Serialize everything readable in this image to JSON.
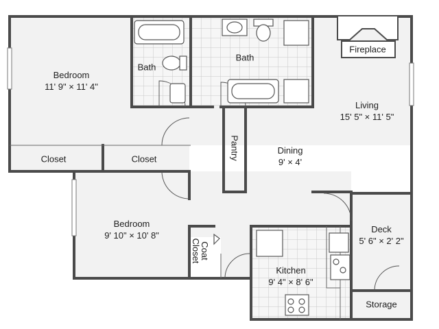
{
  "floorplan": {
    "rooms": {
      "bedroom1": {
        "name": "Bedroom",
        "dims": "11' 9\" × 11' 4\""
      },
      "bath1": {
        "name": "Bath"
      },
      "bath2": {
        "name": "Bath"
      },
      "fireplace": {
        "name": "Fireplace"
      },
      "living": {
        "name": "Living",
        "dims": "15' 5\" × 11' 5\""
      },
      "closet1": {
        "name": "Closet"
      },
      "closet2": {
        "name": "Closet"
      },
      "pantry": {
        "name": "Pantry"
      },
      "dining": {
        "name": "Dining",
        "dims": "9' × 4'"
      },
      "bedroom2": {
        "name": "Bedroom",
        "dims": "9' 10\" × 10' 8\""
      },
      "coat_closet": {
        "name_line1": "Coat",
        "name_line2": "Closet"
      },
      "kitchen": {
        "name": "Kitchen",
        "dims": "9' 4\" × 8' 6\""
      },
      "deck": {
        "name": "Deck",
        "dims": "5' 6\" × 2' 2\""
      },
      "storage": {
        "name": "Storage"
      }
    },
    "colors": {
      "wall": "#4a4a4a",
      "fill": "#f2f2f2",
      "tile": "#c8c8c8"
    }
  }
}
